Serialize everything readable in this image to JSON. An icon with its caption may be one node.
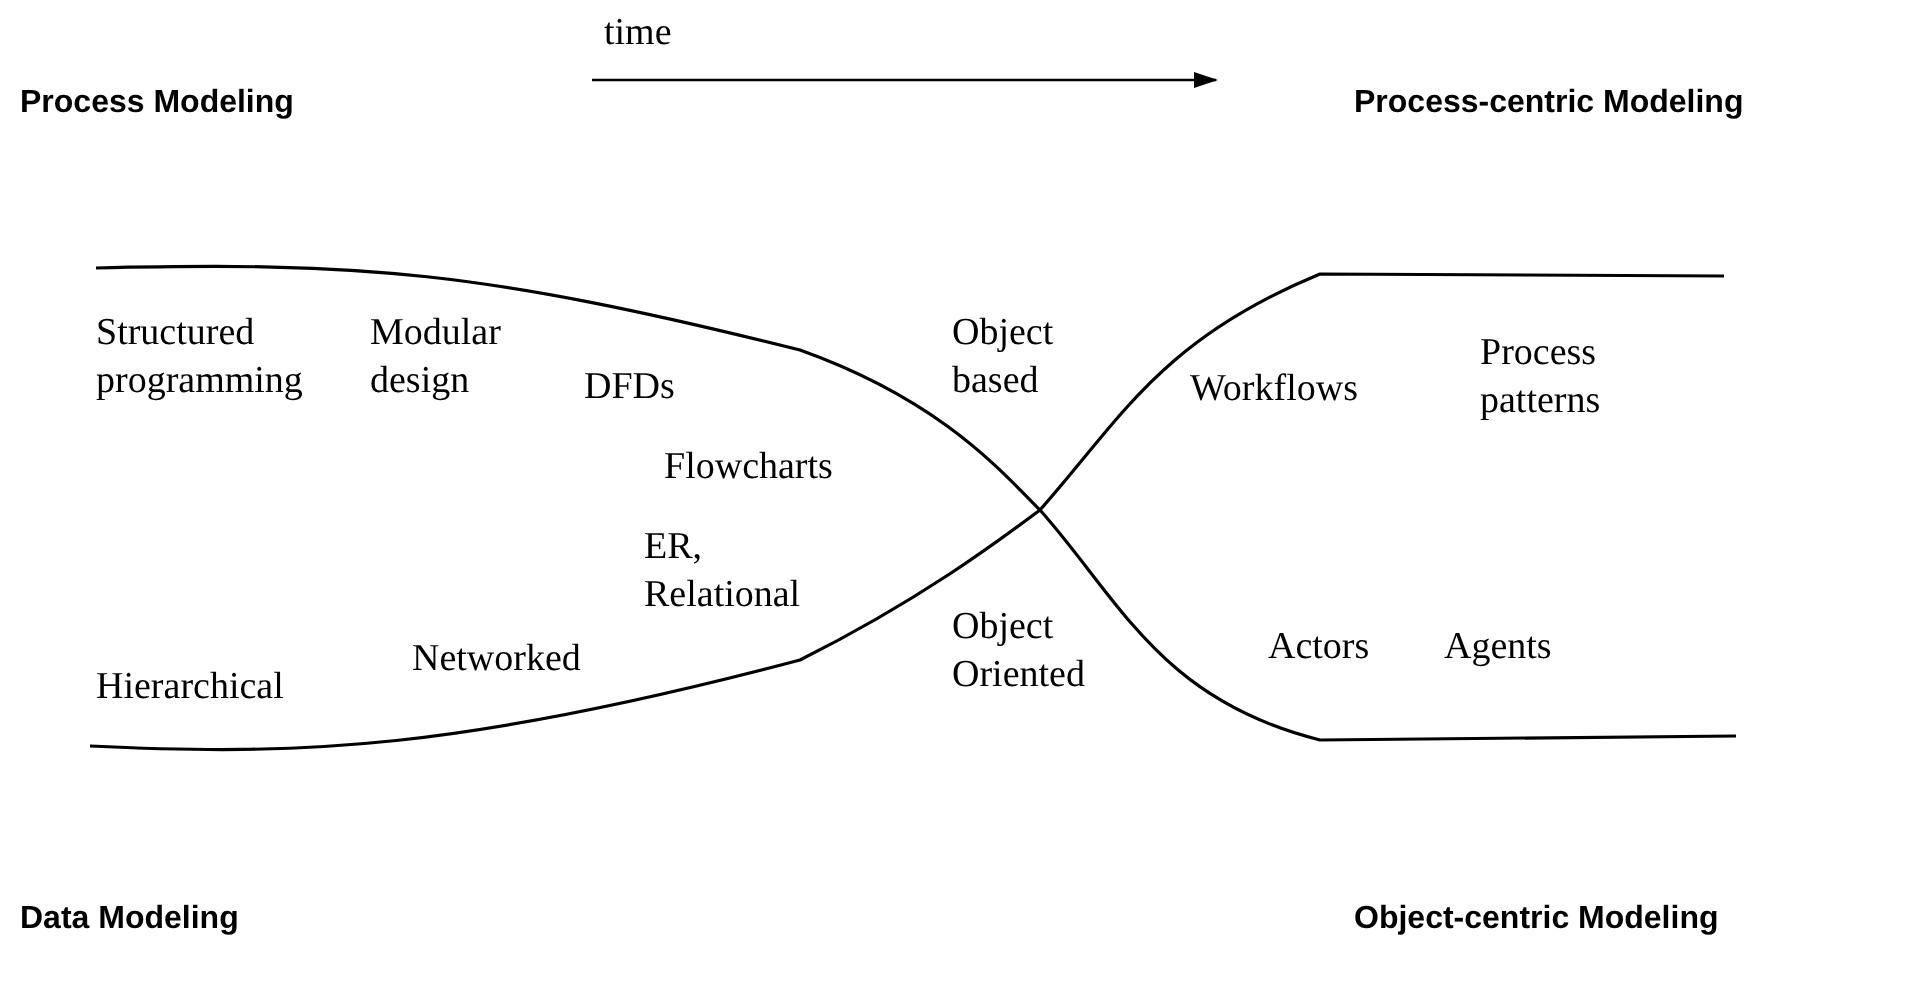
{
  "diagram": {
    "labels": [
      "time",
      "Process Modeling",
      "Process-centric Modeling",
      "Structured programming",
      "Modular design",
      "Object based",
      "Process patterns",
      "DFDs",
      "Workflows",
      "Flowcharts",
      "ER, Relational",
      "Object Oriented",
      "Actors",
      "Agents",
      "Hierarchical",
      "Networked",
      "Data Modeling",
      "Object-centric Modeling"
    ]
  }
}
